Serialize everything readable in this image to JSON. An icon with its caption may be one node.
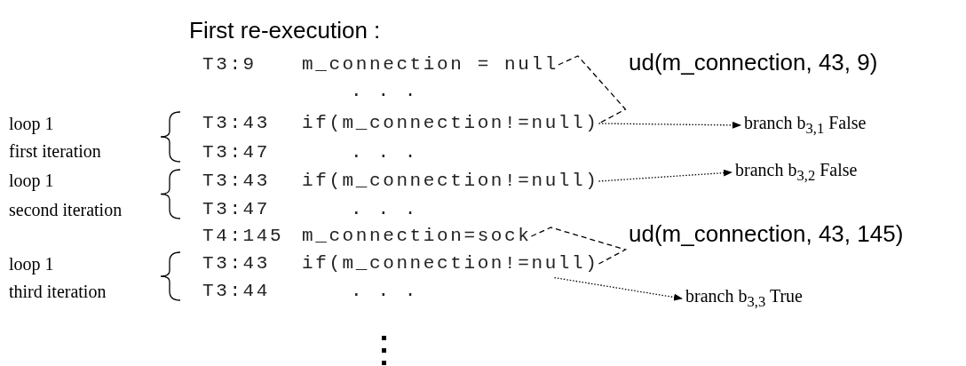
{
  "diagram": {
    "title": "First re-execution :",
    "nodes": [
      {
        "text": [
          "T3:9",
          "m_connection = null"
        ]
      },
      {
        "text": [
          "T3:43",
          "if(m_connection!=null)"
        ]
      },
      {
        "text": [
          "branch b$_{3,1}$  False"
        ]
      },
      {
        "text": [
          "T3:43",
          "if(m_connection!=null)"
        ]
      },
      {
        "text": [
          "branch b$_{3,2}$  False"
        ]
      },
      {
        "text": [
          "T4:145",
          "m_connection=sock"
        ]
      },
      {
        "text": [
          "T3:43",
          "if(m_connection!=null)"
        ]
      },
      {
        "text": [
          "branch b$_{3,3}$  True"
        ]
      }
    ],
    "edges": [
      {
        "from": 0,
        "to": 1,
        "arrow": "none",
        "style": "dashed",
        "label": "ud(m_connection,  43, 9)"
      },
      {
        "from": 1,
        "to": 2,
        "arrow": "to"
      },
      {
        "from": 3,
        "to": 4,
        "arrow": "to"
      },
      {
        "from": 5,
        "to": 6,
        "arrow": "none",
        "style": "dashed",
        "label": "ud(m_connection,  43, 145)"
      },
      {
        "from": 6,
        "to": 7,
        "arrow": "to"
      }
    ],
    "labels": [
      ". . .",
      "loop 1",
      "first iteration",
      "T3:47",
      ". . .",
      "loop 1",
      "second iteration",
      "T3:47",
      ". . .",
      "loop 1",
      "third iteration",
      "T3:44",
      ". . ."
    ]
  }
}
